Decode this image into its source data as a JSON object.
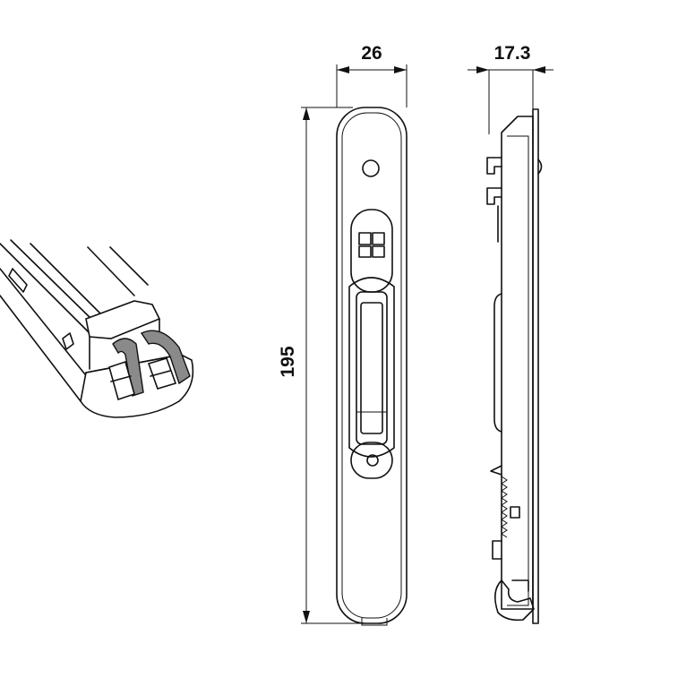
{
  "dimensions": {
    "width": "26",
    "depth": "17.3",
    "height": "195"
  },
  "colors": {
    "line": "#111111",
    "insert": "#8a8a8a",
    "background": "#ffffff"
  }
}
